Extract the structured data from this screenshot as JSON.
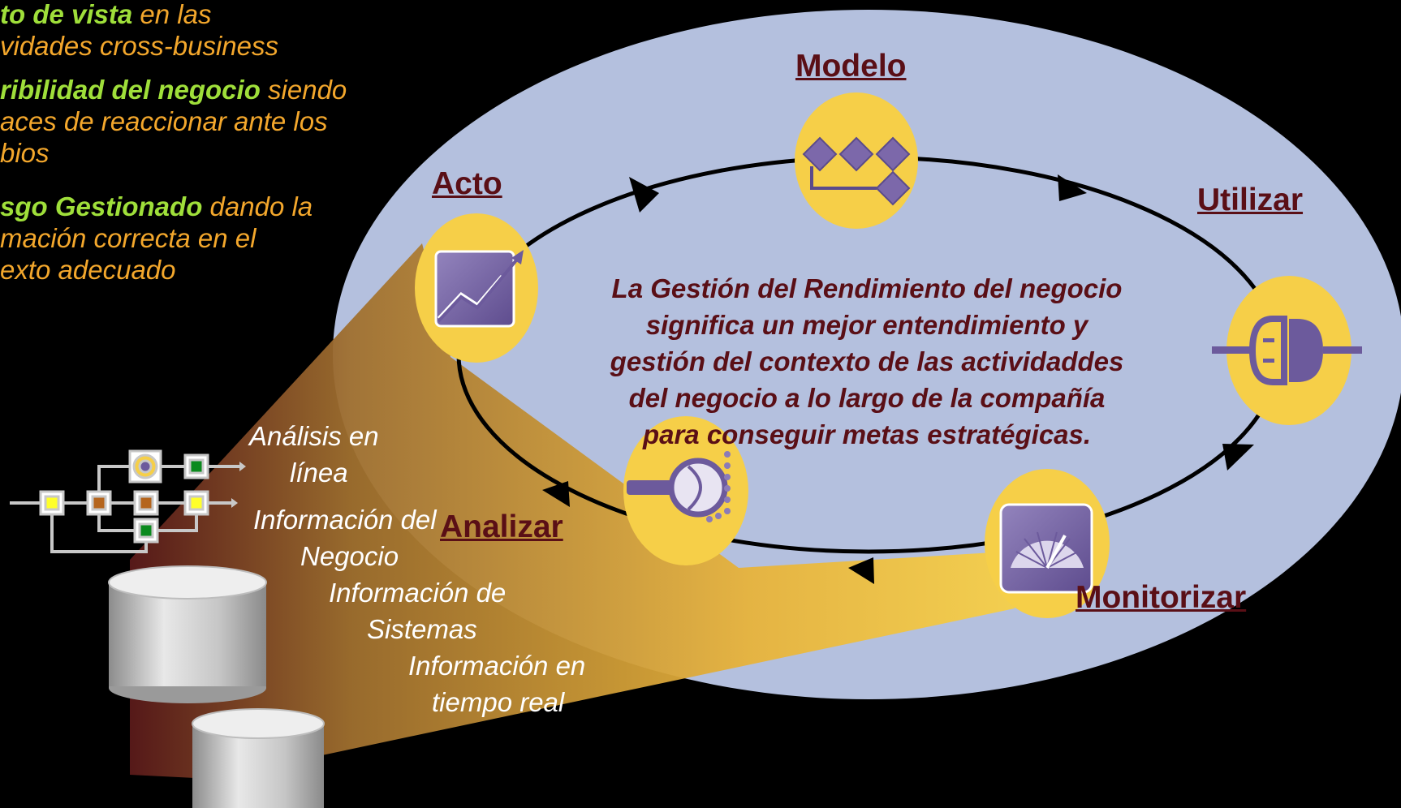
{
  "bullets": [
    {
      "bold": "to de vista",
      "rest": " en las",
      "line2": "vidades cross-business"
    },
    {
      "bold": "ribilidad del negocio",
      "rest": " siendo",
      "line2": "aces de reaccionar ante los",
      "line3": "bios"
    },
    {
      "bold": "sgo Gestionado",
      "rest": " dando la",
      "line2": "mación correcta en el",
      "line3": "exto adecuado"
    }
  ],
  "stages": {
    "modelo": "Modelo",
    "utilizar": "Utilizar",
    "acto": "Acto",
    "analizar": "Analizar",
    "monitorizar": "Monitorizar"
  },
  "center_text": [
    "La Gestión del Rendimiento del negocio",
    "significa un mejor entendimiento y",
    "gestión del contexto de las actividaddes",
    "del negocio a lo largo de la compañía",
    "para conseguir metas estratégicas."
  ],
  "info_sources": {
    "online_1": "Análisis en",
    "online_2": "línea",
    "business_1": "Información del",
    "business_2": "Negocio",
    "systems_1": "Información de",
    "systems_2": "Sistemas",
    "realtime_1": "Información en",
    "realtime_2": "tiempo real"
  },
  "colors": {
    "background": "#000000",
    "ellipse": "#b4c0de",
    "node_circle": "#f6cf48",
    "icon_purple": "#6c5a9c",
    "label_text": "#5a0f16",
    "bullet_text": "#f3a72c",
    "bullet_bold": "#9fdf3a"
  },
  "icons": {
    "modelo": "process-model-icon",
    "utilizar": "plug-icon",
    "monitorizar": "gauge-icon",
    "analizar": "magnifier-icon",
    "acto": "trend-chart-icon"
  }
}
